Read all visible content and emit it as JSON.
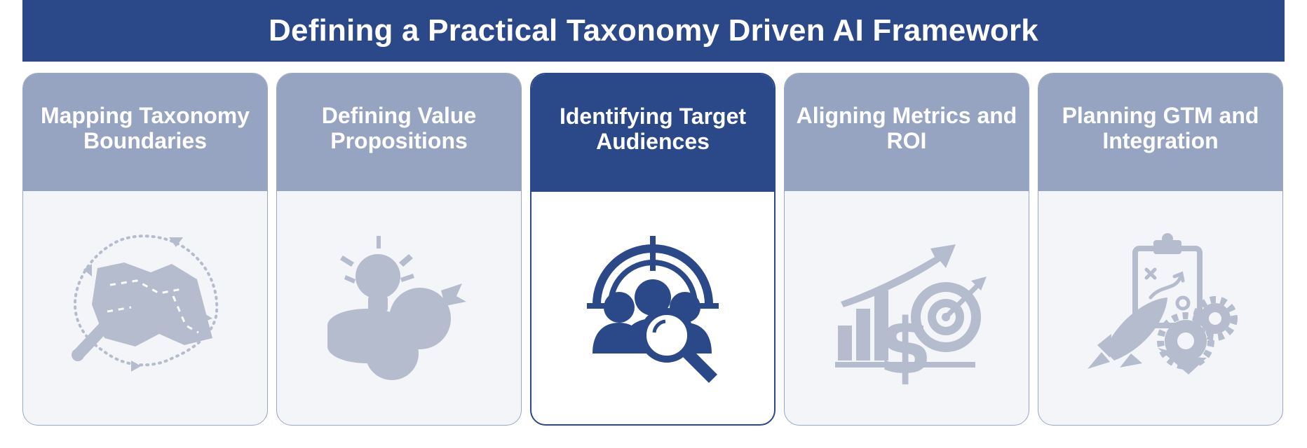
{
  "title": "Defining a Practical Taxonomy Driven AI Framework",
  "colors": {
    "primary": "#2b4889",
    "muted_header": "#96a4c1",
    "muted_icon": "#b4bccd",
    "card_bg": "#f4f5f9"
  },
  "cards": [
    {
      "label": "Mapping Taxonomy Boundaries",
      "icon": "map-icon",
      "active": false
    },
    {
      "label": "Defining Value Propositions",
      "icon": "lightbulb-coins-icon",
      "active": false
    },
    {
      "label": "Identifying Target Audiences",
      "icon": "audience-search-icon",
      "active": true
    },
    {
      "label": "Aligning Metrics and ROI",
      "icon": "growth-target-icon",
      "active": false
    },
    {
      "label": "Planning GTM and Integration",
      "icon": "rocket-gears-icon",
      "active": false
    }
  ]
}
